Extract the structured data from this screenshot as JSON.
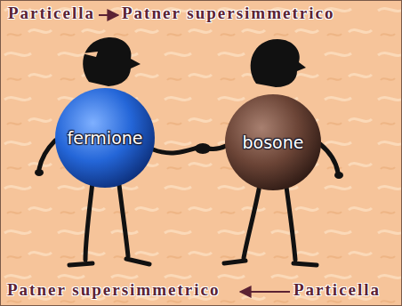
{
  "diagram": {
    "nodes": [
      {
        "text": [
          "fermione"
        ]
      },
      {
        "text": [
          "bosone"
        ]
      }
    ],
    "labels": [
      "Particella",
      "Patner supersimmetrico",
      "Patner supersimmetrico",
      "Particella"
    ]
  }
}
